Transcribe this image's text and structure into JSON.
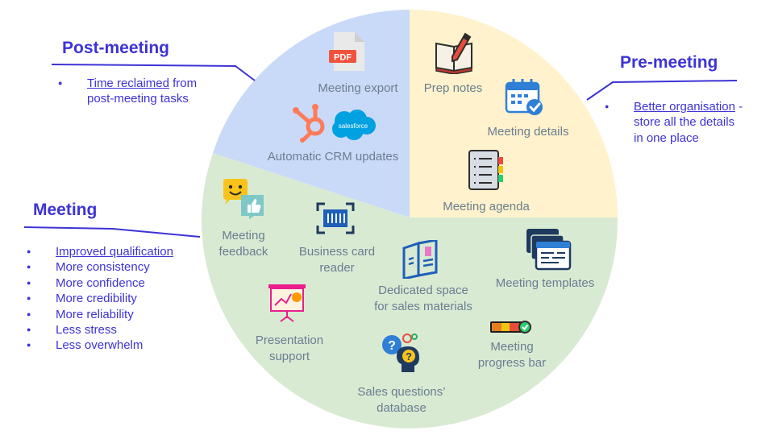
{
  "sections": {
    "post": {
      "title": "Post-meeting",
      "bullets": [
        {
          "link": "Time reclaimed",
          "rest1": " from",
          "rest2": "post-meeting tasks"
        }
      ]
    },
    "pre": {
      "title": "Pre-meeting",
      "bullets": [
        {
          "link": "Better organisation",
          "rest1": " -",
          "rest2": "store all the details",
          "rest3": "in one place"
        }
      ]
    },
    "meeting": {
      "title": "Meeting",
      "bullets": [
        "Improved qualification",
        "More consistency",
        "More confidence",
        "More credibility",
        "More reliability",
        "Less stress",
        "Less overwhelm"
      ]
    }
  },
  "features": {
    "meeting_export": "Meeting export",
    "automatic_crm": "Automatic CRM updates",
    "prep_notes": "Prep notes",
    "meeting_details": "Meeting details",
    "meeting_agenda": "Meeting agenda",
    "meeting_feedback_1": "Meeting",
    "meeting_feedback_2": "feedback",
    "business_card_1": "Business card",
    "business_card_2": "reader",
    "dedicated_space_1": "Dedicated space",
    "dedicated_space_2": "for sales materials",
    "meeting_templates": "Meeting templates",
    "presentation_1": "Presentation",
    "presentation_2": "support",
    "progress_bar_1": "Meeting",
    "progress_bar_2": "progress bar",
    "sales_questions_1": "Sales questions’",
    "sales_questions_2": "database"
  },
  "icon_text": {
    "pdf": "PDF",
    "salesforce": "salesforce",
    "question": "?"
  },
  "colors": {
    "post_meeting_slice": "#c9daf8",
    "pre_meeting_slice": "#fff2cc",
    "meeting_slice": "#d9ead3",
    "accent": "#3d33d6",
    "label": "#6a7d91"
  }
}
